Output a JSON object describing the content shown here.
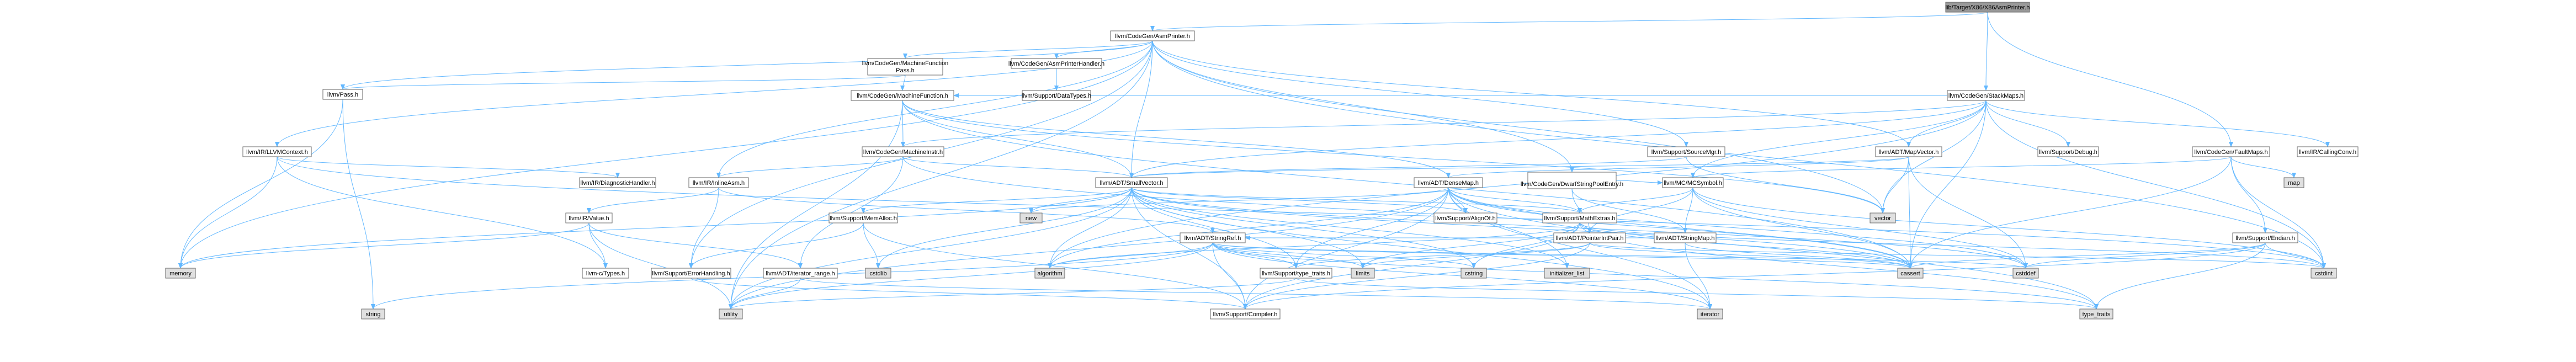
{
  "colors": {
    "root_fill": "#999999",
    "node_fill": "#ffffff",
    "missing_fill": "#e0e0e0",
    "edge": "#63b8ff",
    "red_text": "#ff0000",
    "black_text": "#000000"
  },
  "nodes": [
    {
      "id": "n0",
      "label": "lib/Target/X86/X86AsmPrinter.h",
      "style": "root"
    },
    {
      "id": "n1",
      "label": "llvm/CodeGen/AsmPrinter.h",
      "style": "normal"
    },
    {
      "id": "n2",
      "label": "llvm/CodeGen/StackMaps.h",
      "style": "normal"
    },
    {
      "id": "n3",
      "label": "llvm/CodeGen/FaultMaps.h",
      "style": "normal"
    },
    {
      "id": "n4",
      "label": "llvm/CodeGen/MachineFunction Pass.h",
      "style": "normal"
    },
    {
      "id": "n5",
      "label": "llvm/CodeGen/AsmPrinterHandler.h",
      "style": "normal"
    },
    {
      "id": "n6",
      "label": "llvm/Pass.h",
      "style": "red"
    },
    {
      "id": "n7",
      "label": "llvm/CodeGen/MachineFunction.h",
      "style": "red"
    },
    {
      "id": "n8",
      "label": "llvm/Support/DataTypes.h",
      "style": "red"
    },
    {
      "id": "n9",
      "label": "llvm/IR/LLVMContext.h",
      "style": "red"
    },
    {
      "id": "n10",
      "label": "llvm/CodeGen/MachineInstr.h",
      "style": "red"
    },
    {
      "id": "n11",
      "label": "llvm/Support/SourceMgr.h",
      "style": "red"
    },
    {
      "id": "n12",
      "label": "llvm/ADT/MapVector.h",
      "style": "normal"
    },
    {
      "id": "n13",
      "label": "llvm/Support/Debug.h",
      "style": "normal"
    },
    {
      "id": "n14",
      "label": "llvm/IR/CallingConv.h",
      "style": "normal"
    },
    {
      "id": "n15",
      "label": "llvm/IR/DiagnosticHandler.h",
      "style": "normal"
    },
    {
      "id": "n16",
      "label": "llvm/IR/InlineAsm.h",
      "style": "normal"
    },
    {
      "id": "n17",
      "label": "llvm/ADT/SmallVector.h",
      "style": "normal"
    },
    {
      "id": "n18",
      "label": "llvm/ADT/DenseMap.h",
      "style": "red"
    },
    {
      "id": "n19",
      "label": "llvm/CodeGen/DwarfStringPoolEntry.h",
      "style": "normal"
    },
    {
      "id": "n20",
      "label": "llvm/MC/MCSymbol.h",
      "style": "red"
    },
    {
      "id": "n21",
      "label": "map",
      "style": "missing"
    },
    {
      "id": "n22",
      "label": "llvm/IR/Value.h",
      "style": "red"
    },
    {
      "id": "n23",
      "label": "llvm/Support/MemAlloc.h",
      "style": "normal"
    },
    {
      "id": "n24",
      "label": "new",
      "style": "missing"
    },
    {
      "id": "n25",
      "label": "llvm/ADT/StringRef.h",
      "style": "red"
    },
    {
      "id": "n26",
      "label": "llvm/Support/AlignOf.h",
      "style": "normal"
    },
    {
      "id": "n27",
      "label": "llvm/Support/MathExtras.h",
      "style": "red"
    },
    {
      "id": "n28",
      "label": "llvm/ADT/PointerIntPair.h",
      "style": "red"
    },
    {
      "id": "n29",
      "label": "llvm/ADT/StringMap.h",
      "style": "red"
    },
    {
      "id": "n30",
      "label": "vector",
      "style": "missing"
    },
    {
      "id": "n31",
      "label": "llvm/Support/Endian.h",
      "style": "red"
    },
    {
      "id": "n32",
      "label": "memory",
      "style": "missing"
    },
    {
      "id": "n33",
      "label": "llvm-c/Types.h",
      "style": "red"
    },
    {
      "id": "n34",
      "label": "llvm/Support/ErrorHandling.h",
      "style": "normal"
    },
    {
      "id": "n35",
      "label": "cstdlib",
      "style": "missing"
    },
    {
      "id": "n36",
      "label": "llvm/ADT/iterator_range.h",
      "style": "normal"
    },
    {
      "id": "n37",
      "label": "algorithm",
      "style": "missing"
    },
    {
      "id": "n38",
      "label": "llvm/Support/type_traits.h",
      "style": "normal"
    },
    {
      "id": "n39",
      "label": "limits",
      "style": "missing"
    },
    {
      "id": "n40",
      "label": "cstring",
      "style": "missing"
    },
    {
      "id": "n41",
      "label": "initializer_list",
      "style": "missing"
    },
    {
      "id": "n42",
      "label": "cassert",
      "style": "missing"
    },
    {
      "id": "n43",
      "label": "cstddef",
      "style": "missing"
    },
    {
      "id": "n44",
      "label": "cstdint",
      "style": "missing"
    },
    {
      "id": "n45",
      "label": "string",
      "style": "missing"
    },
    {
      "id": "n46",
      "label": "utility",
      "style": "missing"
    },
    {
      "id": "n47",
      "label": "llvm/Support/Compiler.h",
      "style": "red"
    },
    {
      "id": "n48",
      "label": "iterator",
      "style": "missing"
    },
    {
      "id": "n49",
      "label": "type_traits",
      "style": "missing"
    }
  ],
  "edges": [
    [
      "n0",
      "n1"
    ],
    [
      "n0",
      "n2"
    ],
    [
      "n0",
      "n3"
    ],
    [
      "n1",
      "n4"
    ],
    [
      "n1",
      "n5"
    ],
    [
      "n1",
      "n6"
    ],
    [
      "n1",
      "n9"
    ],
    [
      "n1",
      "n11"
    ],
    [
      "n1",
      "n12"
    ],
    [
      "n1",
      "n16"
    ],
    [
      "n1",
      "n17"
    ],
    [
      "n1",
      "n19"
    ],
    [
      "n1",
      "n34"
    ],
    [
      "n1",
      "n44"
    ],
    [
      "n1",
      "n32"
    ],
    [
      "n1",
      "n46"
    ],
    [
      "n1",
      "n30"
    ],
    [
      "n2",
      "n7"
    ],
    [
      "n2",
      "n10"
    ],
    [
      "n2",
      "n12"
    ],
    [
      "n2",
      "n13"
    ],
    [
      "n2",
      "n14"
    ],
    [
      "n2",
      "n17"
    ],
    [
      "n2",
      "n20"
    ],
    [
      "n2",
      "n30"
    ],
    [
      "n2",
      "n42"
    ],
    [
      "n2",
      "n44"
    ],
    [
      "n2",
      "n37"
    ],
    [
      "n3",
      "n20"
    ],
    [
      "n3",
      "n21"
    ],
    [
      "n3",
      "n31"
    ],
    [
      "n3",
      "n44"
    ],
    [
      "n3",
      "n42"
    ],
    [
      "n4",
      "n6"
    ],
    [
      "n4",
      "n7"
    ],
    [
      "n5",
      "n8"
    ],
    [
      "n6",
      "n32"
    ],
    [
      "n6",
      "n45"
    ],
    [
      "n7",
      "n10"
    ],
    [
      "n7",
      "n17"
    ],
    [
      "n7",
      "n18"
    ],
    [
      "n7",
      "n42"
    ],
    [
      "n7",
      "n30"
    ],
    [
      "n7",
      "n46"
    ],
    [
      "n9",
      "n15"
    ],
    [
      "n9",
      "n33"
    ],
    [
      "n9",
      "n32"
    ],
    [
      "n9",
      "n44"
    ],
    [
      "n10",
      "n16"
    ],
    [
      "n10",
      "n17"
    ],
    [
      "n10",
      "n36"
    ],
    [
      "n10",
      "n42"
    ],
    [
      "n11",
      "n17"
    ],
    [
      "n11",
      "n30"
    ],
    [
      "n12",
      "n17"
    ],
    [
      "n12",
      "n18"
    ],
    [
      "n12",
      "n42"
    ],
    [
      "n12",
      "n43"
    ],
    [
      "n12",
      "n30"
    ],
    [
      "n16",
      "n22"
    ],
    [
      "n16",
      "n25"
    ],
    [
      "n16",
      "n34"
    ],
    [
      "n17",
      "n23"
    ],
    [
      "n17",
      "n24"
    ],
    [
      "n17",
      "n26"
    ],
    [
      "n17",
      "n38"
    ],
    [
      "n17",
      "n27"
    ],
    [
      "n17",
      "n37"
    ],
    [
      "n17",
      "n42"
    ],
    [
      "n17",
      "n43"
    ],
    [
      "n17",
      "n35"
    ],
    [
      "n17",
      "n41"
    ],
    [
      "n17",
      "n48"
    ],
    [
      "n17",
      "n46"
    ],
    [
      "n17",
      "n39"
    ],
    [
      "n17",
      "n40"
    ],
    [
      "n17",
      "n32"
    ],
    [
      "n17",
      "n47"
    ],
    [
      "n18",
      "n24"
    ],
    [
      "n18",
      "n26"
    ],
    [
      "n18",
      "n27"
    ],
    [
      "n18",
      "n28"
    ],
    [
      "n18",
      "n38"
    ],
    [
      "n18",
      "n37"
    ],
    [
      "n18",
      "n42"
    ],
    [
      "n18",
      "n43"
    ],
    [
      "n18",
      "n41"
    ],
    [
      "n18",
      "n48"
    ],
    [
      "n18",
      "n46"
    ],
    [
      "n18",
      "n49"
    ],
    [
      "n18",
      "n47"
    ],
    [
      "n19",
      "n20"
    ],
    [
      "n19",
      "n28"
    ],
    [
      "n19",
      "n29"
    ],
    [
      "n20",
      "n28"
    ],
    [
      "n20",
      "n29"
    ],
    [
      "n20",
      "n27"
    ],
    [
      "n20",
      "n42"
    ],
    [
      "n20",
      "n43"
    ],
    [
      "n20",
      "n44"
    ],
    [
      "n22",
      "n33"
    ],
    [
      "n22",
      "n32"
    ],
    [
      "n22",
      "n36"
    ],
    [
      "n22",
      "n46"
    ],
    [
      "n23",
      "n34"
    ],
    [
      "n23",
      "n35"
    ],
    [
      "n23",
      "n47"
    ],
    [
      "n25",
      "n38"
    ],
    [
      "n25",
      "n37"
    ],
    [
      "n25",
      "n42"
    ],
    [
      "n25",
      "n43"
    ],
    [
      "n25",
      "n40"
    ],
    [
      "n25",
      "n39"
    ],
    [
      "n25",
      "n45"
    ],
    [
      "n25",
      "n46"
    ],
    [
      "n25",
      "n49"
    ],
    [
      "n25",
      "n47"
    ],
    [
      "n25",
      "n48"
    ],
    [
      "n27",
      "n47"
    ],
    [
      "n27",
      "n42"
    ],
    [
      "n27",
      "n44"
    ],
    [
      "n27",
      "n39"
    ],
    [
      "n27",
      "n40"
    ],
    [
      "n27",
      "n49"
    ],
    [
      "n27",
      "n37"
    ],
    [
      "n28",
      "n47"
    ],
    [
      "n28",
      "n44"
    ],
    [
      "n28",
      "n42"
    ],
    [
      "n28",
      "n38"
    ],
    [
      "n28",
      "n39"
    ],
    [
      "n29",
      "n25"
    ],
    [
      "n29",
      "n42"
    ],
    [
      "n29",
      "n48"
    ],
    [
      "n31",
      "n47"
    ],
    [
      "n31",
      "n42"
    ],
    [
      "n31",
      "n43"
    ],
    [
      "n31",
      "n44"
    ],
    [
      "n31",
      "n49"
    ],
    [
      "n34",
      "n47"
    ],
    [
      "n36",
      "n46"
    ],
    [
      "n36",
      "n48"
    ],
    [
      "n38",
      "n49"
    ],
    [
      "n38",
      "n46"
    ]
  ]
}
